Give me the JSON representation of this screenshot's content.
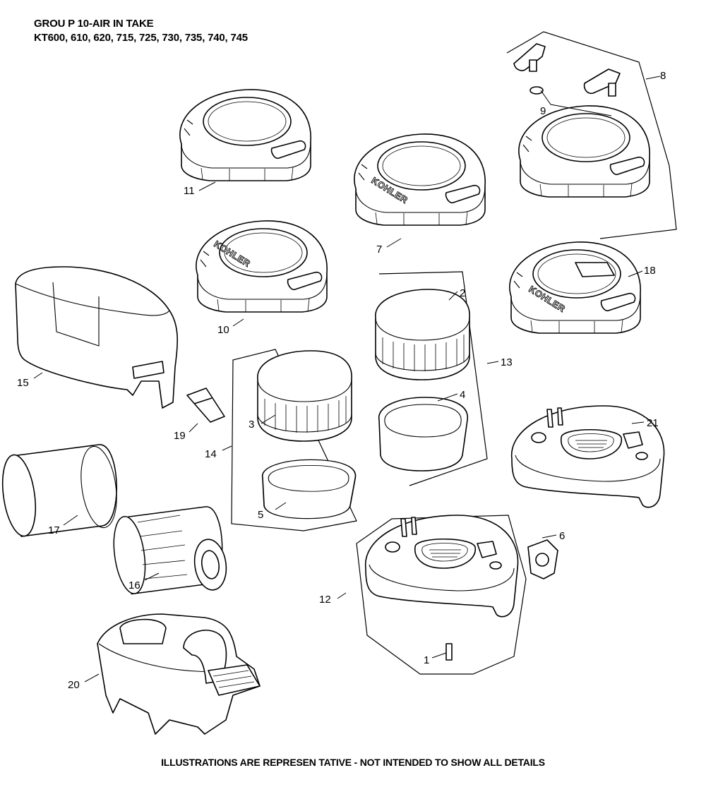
{
  "header": {
    "group_title": "GROU P 10-AIR IN TAKE",
    "models": "KT600, 610, 620, 715, 725, 730, 735, 740, 745"
  },
  "logo_text": "KOHLER",
  "callouts": {
    "c1": "1",
    "c2": "2",
    "c3": "3",
    "c4": "4",
    "c5": "5",
    "c6": "6",
    "c7": "7",
    "c8": "8",
    "c9": "9",
    "c10": "10",
    "c11": "11",
    "c12": "12",
    "c13": "13",
    "c14": "14",
    "c15": "15",
    "c16": "16",
    "c17": "17",
    "c18": "18",
    "c19": "19",
    "c20": "20",
    "c21": "21"
  },
  "footer": "ILLUSTRATIONS ARE REPRESEN TATIVE - NOT INTENDED   TO SHOW ALL DETAILS"
}
